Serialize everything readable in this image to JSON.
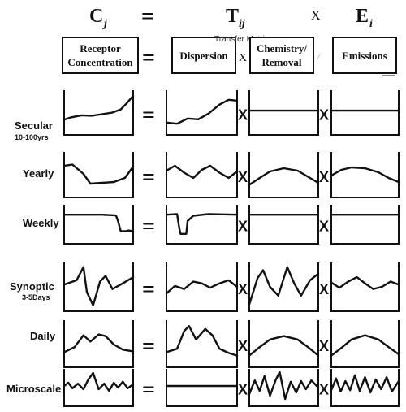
{
  "header": {
    "c": "C",
    "c_sub": "j",
    "eq": "=",
    "t": "T",
    "t_sub": "ij",
    "x": "X",
    "e": "E",
    "e_sub": "i",
    "receptor_line1": "Receptor",
    "receptor_line2": "Concentration",
    "dispersion": "Dispersion",
    "chem_line1": "Chemistry/",
    "chem_line2": "Removal",
    "emissions": "Emissions",
    "transfer_matrix": "Transfer Matrix",
    "x_small": "X",
    "slash_mark": "/"
  },
  "operators": {
    "equals": "=",
    "times": "X"
  },
  "rows": [
    {
      "id": "secular",
      "label": "Secular",
      "sublabel": "10-100yrs"
    },
    {
      "id": "yearly",
      "label": "Yearly",
      "sublabel": ""
    },
    {
      "id": "weekly",
      "label": "Weekly",
      "sublabel": ""
    },
    {
      "id": "synoptic",
      "label": "Synoptic",
      "sublabel": "3-5Days"
    },
    {
      "id": "daily",
      "label": "Daily",
      "sublabel": ""
    },
    {
      "id": "microscale",
      "label": "Microscale",
      "sublabel": ""
    }
  ]
}
